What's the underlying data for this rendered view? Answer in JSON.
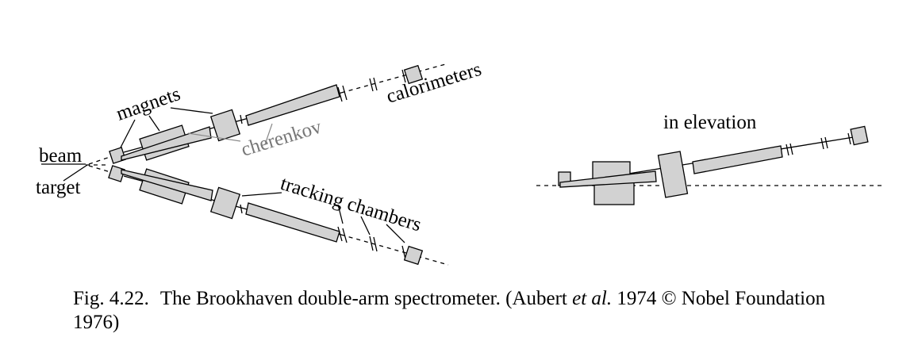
{
  "diagram": {
    "labels": {
      "beam": "beam",
      "target": "target",
      "magnets": "magnets",
      "cherenkov": "cherenkov",
      "calorimeters": "calorimeters",
      "tracking_chambers": "tracking chambers",
      "in_elevation": "in elevation"
    },
    "colors": {
      "component_fill": "#d2d2d2",
      "cherenkov_label": "#777777",
      "outline": "#000000"
    }
  },
  "caption": {
    "figure_number": "Fig. 4.22.",
    "text_before_italic": "The Brookhaven double-arm spectrometer. (Aubert ",
    "italic": "et al.",
    "text_after_italic": " 1974 © Nobel Foundation 1976)"
  }
}
